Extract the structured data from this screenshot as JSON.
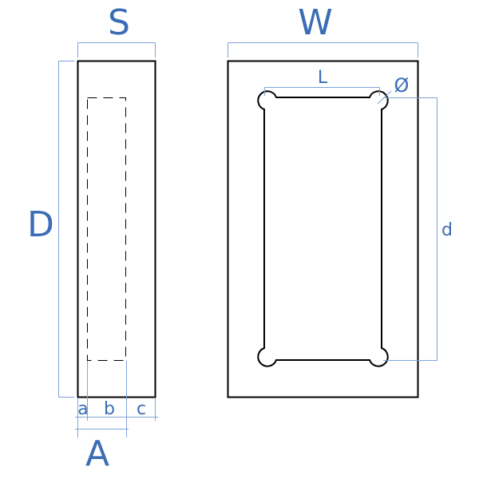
{
  "labels": {
    "S": "S",
    "W": "W",
    "D": "D",
    "L": "L",
    "phi": "Ø",
    "d": "d",
    "a": "a",
    "b": "b",
    "c": "c",
    "A": "A"
  },
  "colors": {
    "label": "#3a6db5",
    "dimension_line": "#7fa3d9",
    "outline": "#000000"
  }
}
